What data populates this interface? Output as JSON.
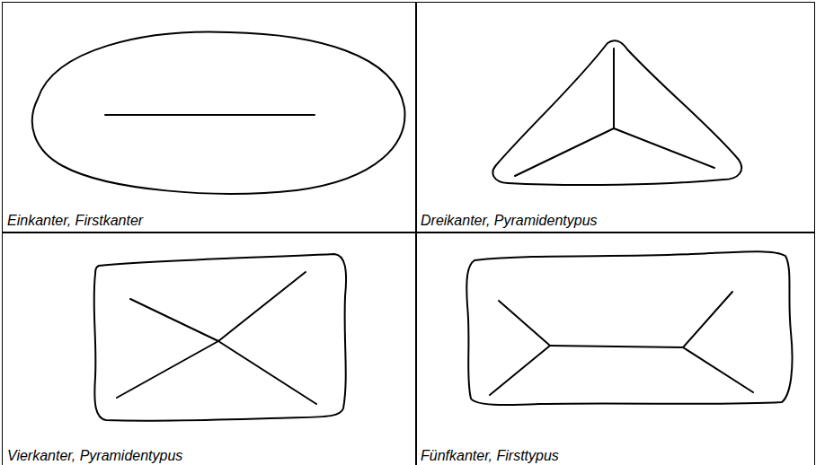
{
  "diagram": {
    "nodes": [
      {
        "text": [
          "Einkanter, Firstkanter"
        ]
      },
      {
        "text": [
          "Dreikanter, Pyramidentypus"
        ]
      },
      {
        "text": [
          "Vierkanter, Pyramidentypus"
        ]
      },
      {
        "text": [
          "Fünfkanter, Firsttypus"
        ]
      }
    ]
  }
}
